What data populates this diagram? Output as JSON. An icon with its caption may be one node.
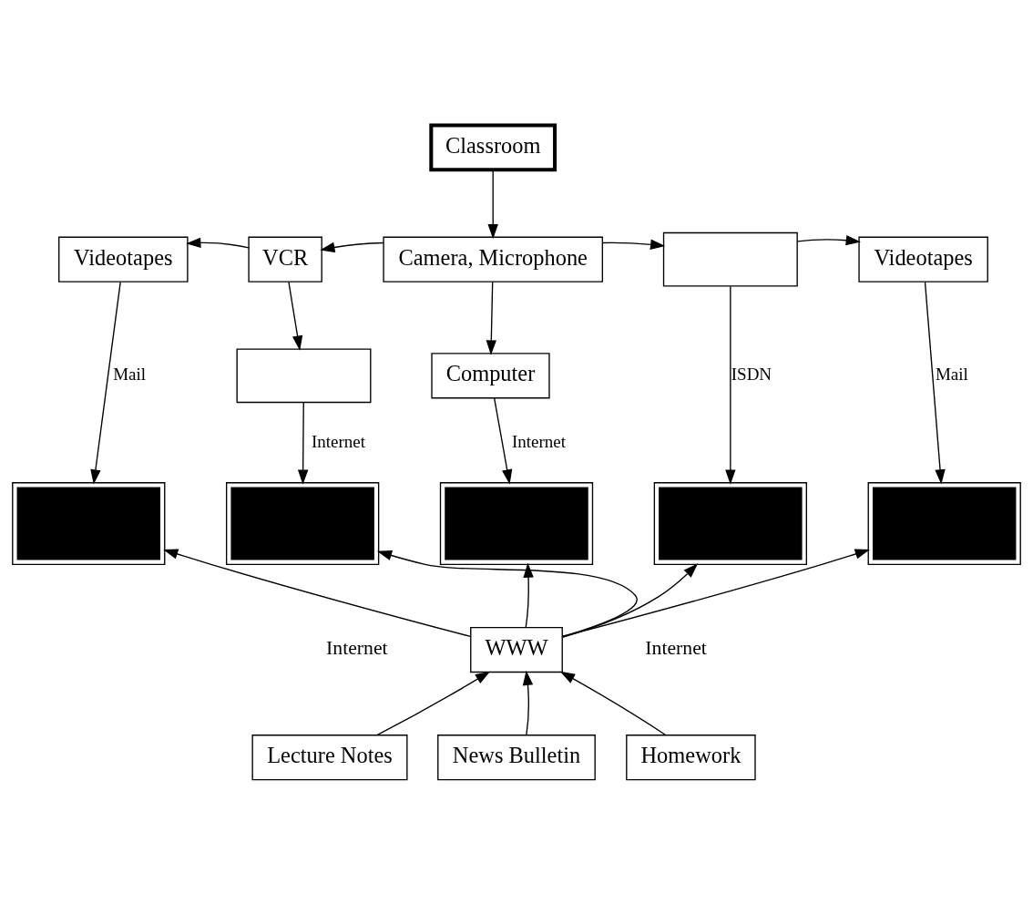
{
  "diagram": {
    "nodes": [
      {
        "text": [
          "Classroom"
        ]
      },
      {
        "text": [
          "Videotapes"
        ]
      },
      {
        "text": [
          "VCR"
        ]
      },
      {
        "text": [
          "Camera, Microphone"
        ]
      },
      {
        "text": [],
        "shape": "box"
      },
      {
        "text": [
          "Videotapes"
        ]
      },
      {
        "text": [],
        "shape": "box"
      },
      {
        "text": [
          "Computer"
        ]
      },
      {
        "text": [],
        "shape": "box"
      },
      {
        "text": [],
        "shape": "box"
      },
      {
        "text": [],
        "shape": "box"
      },
      {
        "text": [],
        "shape": "box"
      },
      {
        "text": [],
        "shape": "box"
      },
      {
        "text": [
          "WWW"
        ]
      },
      {
        "text": [
          "Lecture Notes"
        ]
      },
      {
        "text": [
          "News Bulletin"
        ]
      },
      {
        "text": [
          "Homework"
        ]
      }
    ],
    "edges": [
      {
        "from": 0,
        "to": 3,
        "arrow": "to"
      },
      {
        "from": 3,
        "to": 2,
        "arrow": "to"
      },
      {
        "from": 2,
        "to": 1,
        "arrow": "to"
      },
      {
        "from": 3,
        "to": 4,
        "arrow": "to"
      },
      {
        "from": 4,
        "to": 5,
        "arrow": "to"
      },
      {
        "from": 2,
        "to": 6,
        "arrow": "to"
      },
      {
        "from": 3,
        "to": 7,
        "arrow": "to"
      },
      {
        "from": 1,
        "to": 8,
        "arrow": "to",
        "label": "Mail"
      },
      {
        "from": 6,
        "to": 9,
        "arrow": "to",
        "label": "Internet"
      },
      {
        "from": 7,
        "to": 10,
        "arrow": "to",
        "label": "Internet"
      },
      {
        "from": 4,
        "to": 11,
        "arrow": "to",
        "label": "ISDN"
      },
      {
        "from": 5,
        "to": 12,
        "arrow": "to",
        "label": "Mail"
      },
      {
        "from": 13,
        "to": 8,
        "arrow": "to"
      },
      {
        "from": 13,
        "to": 9,
        "arrow": "to"
      },
      {
        "from": 13,
        "to": 10,
        "arrow": "to"
      },
      {
        "from": 13,
        "to": 11,
        "arrow": "to"
      },
      {
        "from": 13,
        "to": 12,
        "arrow": "to"
      },
      {
        "from": 14,
        "to": 13,
        "arrow": "to"
      },
      {
        "from": 15,
        "to": 13,
        "arrow": "to"
      },
      {
        "from": 16,
        "to": 13,
        "arrow": "to"
      }
    ],
    "labels": [
      "Internet",
      "Internet"
    ]
  }
}
